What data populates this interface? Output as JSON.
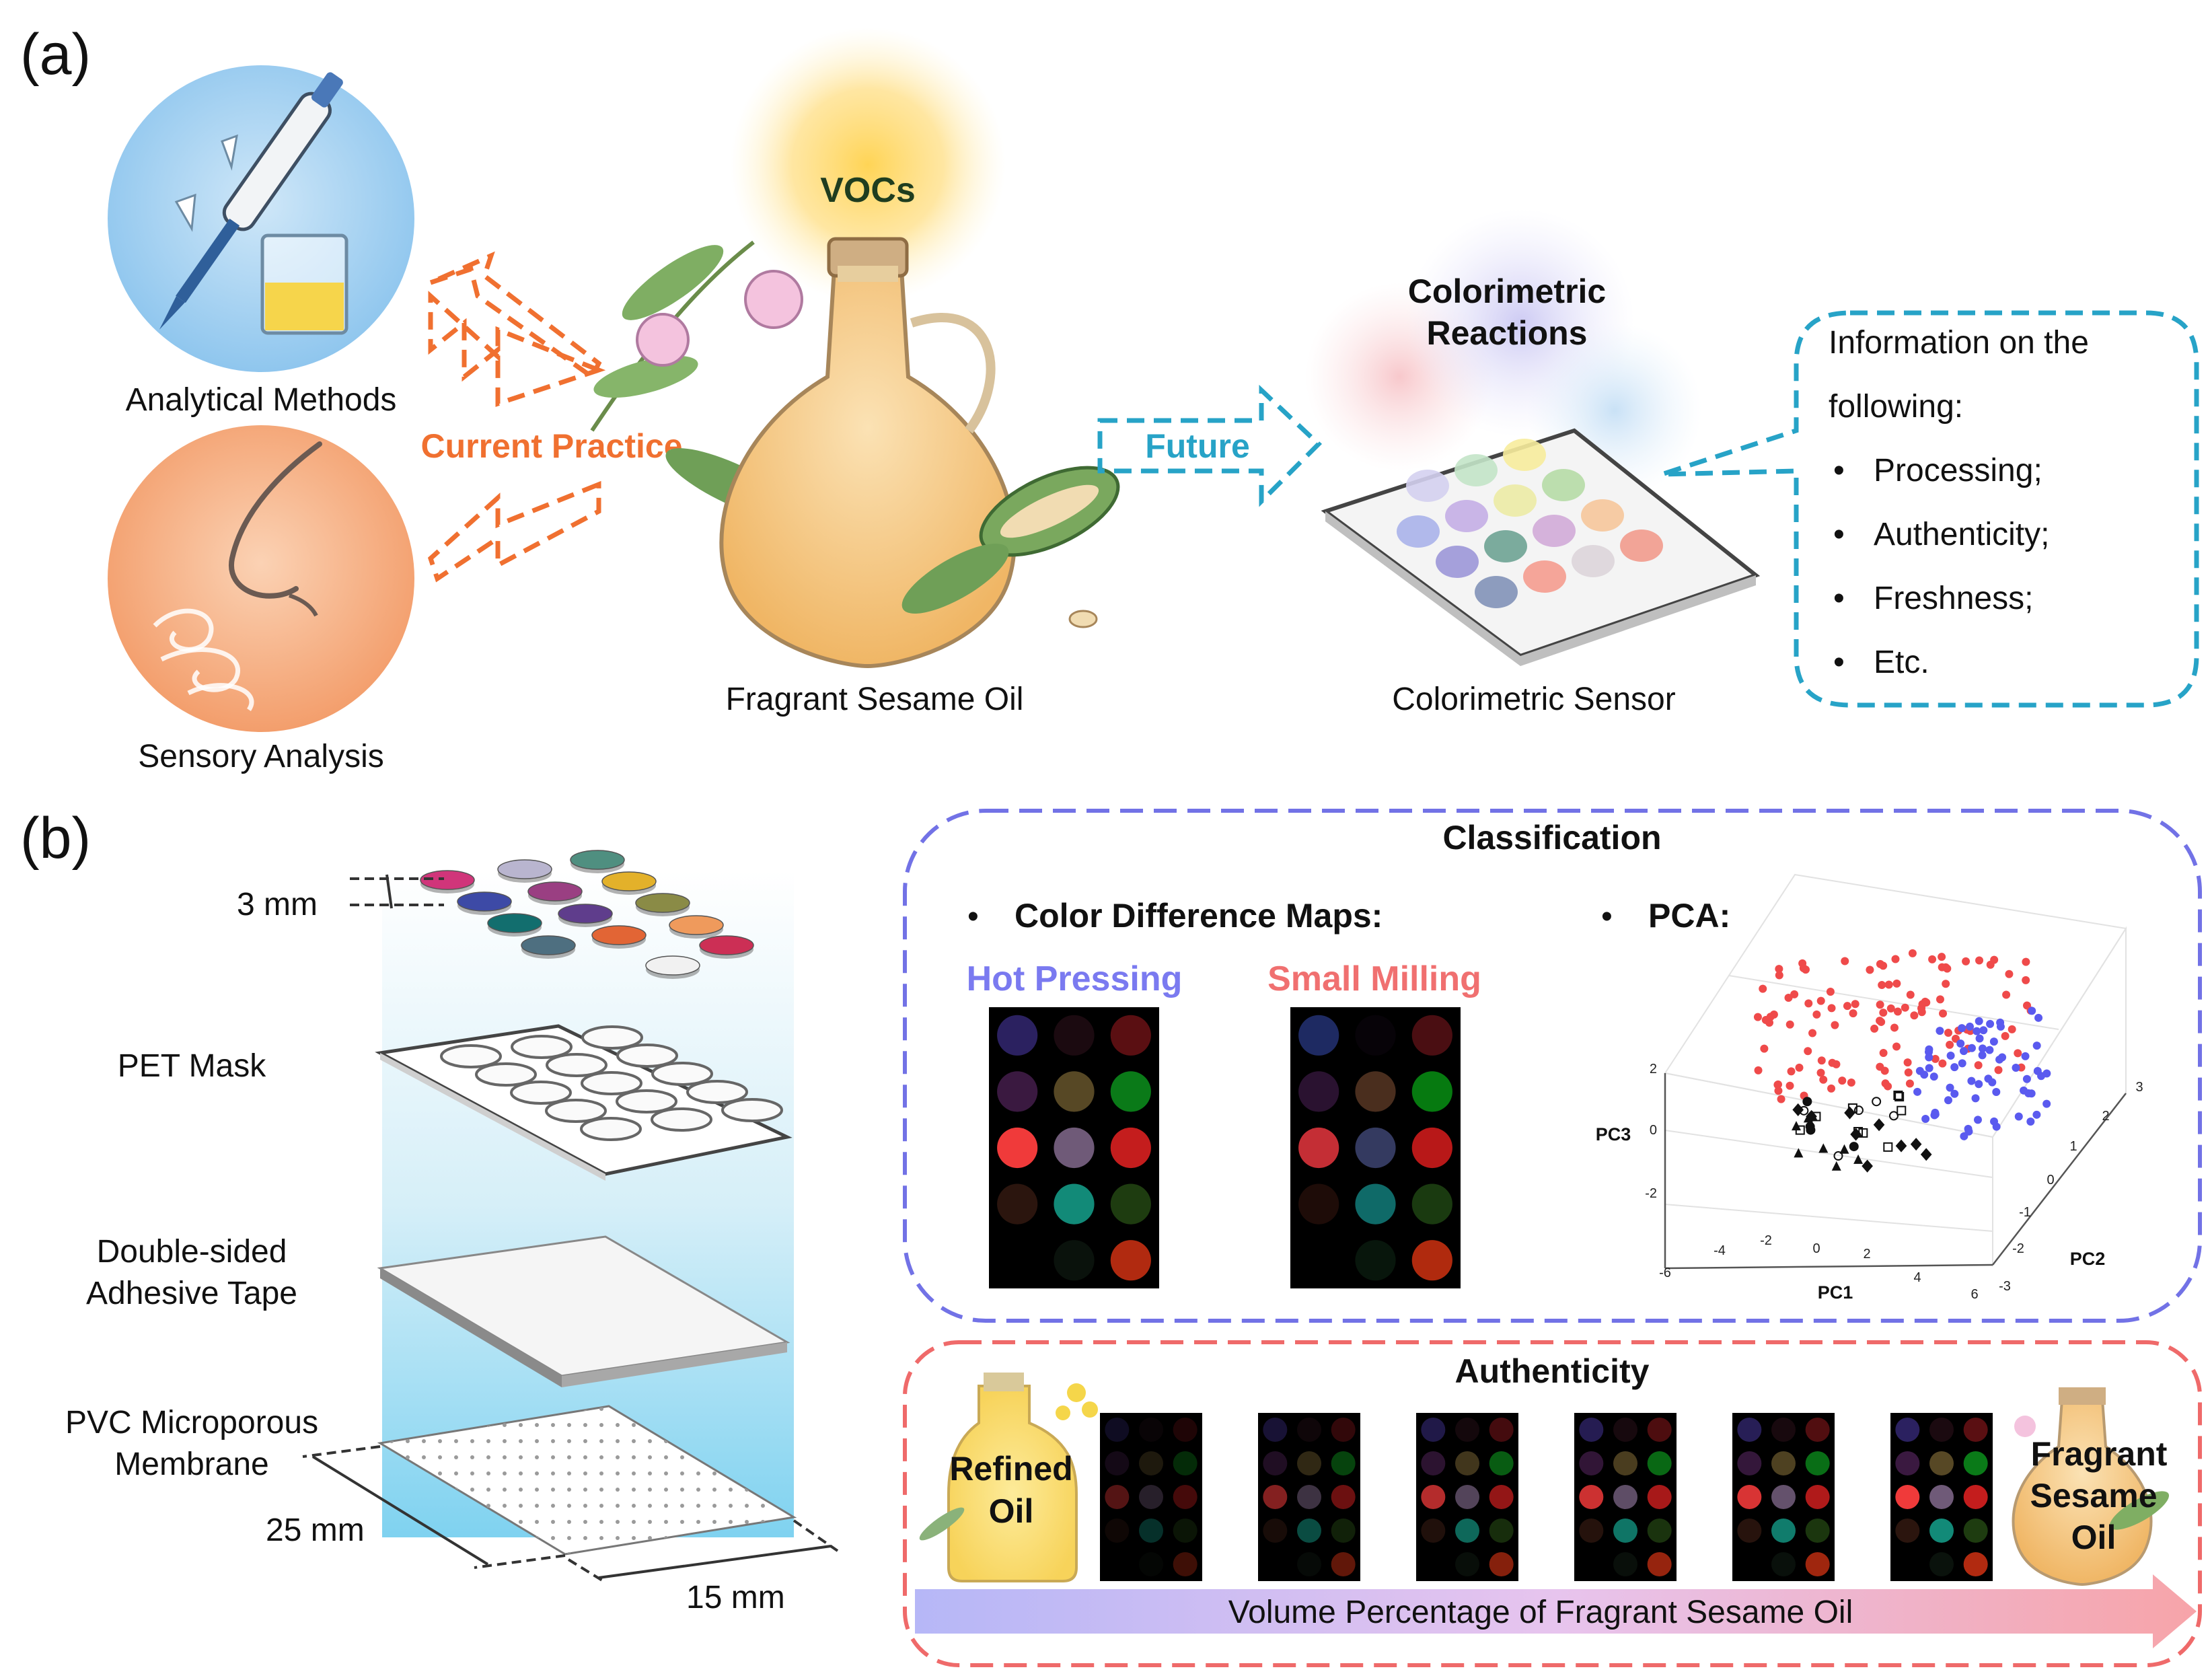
{
  "panel_a": {
    "label": "(a)",
    "analytical_methods": "Analytical Methods",
    "sensory_analysis": "Sensory Analysis",
    "current_practice": "Current Practice",
    "vocs": "VOCs",
    "fragrant_sesame_oil": "Fragrant Sesame Oil",
    "future": "Future",
    "colorimetric_reactions_line1": "Colorimetric",
    "colorimetric_reactions_line2": "Reactions",
    "colorimetric_sensor": "Colorimetric Sensor",
    "info_line1": "Information on the",
    "info_line2": "following:",
    "bullets": [
      "Processing;",
      "Authenticity;",
      "Freshness;",
      "Etc."
    ],
    "colors": {
      "orange": "#f07030",
      "teal": "#27a3c7",
      "dark_green": "#1f3d1f"
    }
  },
  "panel_b": {
    "label": "(b)",
    "dim_3mm": "3 mm",
    "pet_mask": "PET Mask",
    "tape_line1": "Double-sided",
    "tape_line2": "Adhesive Tape",
    "pvc_line1": "PVC Microporous",
    "pvc_line2": "Membrane",
    "dim_25mm": "25 mm",
    "dim_15mm": "15 mm",
    "classification": {
      "title": "Classification",
      "cdm_heading": "Color Difference Maps:",
      "pca_heading": "PCA:",
      "hot_pressing": "Hot Pressing",
      "small_milling": "Small Milling",
      "pc1": "PC1",
      "pc2": "PC2",
      "pc3": "PC3",
      "pc1_ticks": [
        "-6",
        "-4",
        "-2",
        "0",
        "2",
        "4",
        "6"
      ],
      "pc2_ticks": [
        "3",
        "2",
        "1",
        "0",
        "-1",
        "-2",
        "-3"
      ],
      "pc3_ticks": [
        "2",
        "0",
        "-2"
      ],
      "box_color": "#7272e6",
      "hot_color": "#7a7af0",
      "small_color": "#f07070"
    },
    "authenticity": {
      "title": "Authenticity",
      "refined_line1": "Refined",
      "refined_line2": "Oil",
      "fragrant_line1": "Fragrant",
      "fragrant_line2": "Sesame",
      "fragrant_line3": "Oil",
      "gradient_label": "Volume Percentage of Fragrant Sesame Oil",
      "box_color": "#ef6a6a"
    }
  }
}
